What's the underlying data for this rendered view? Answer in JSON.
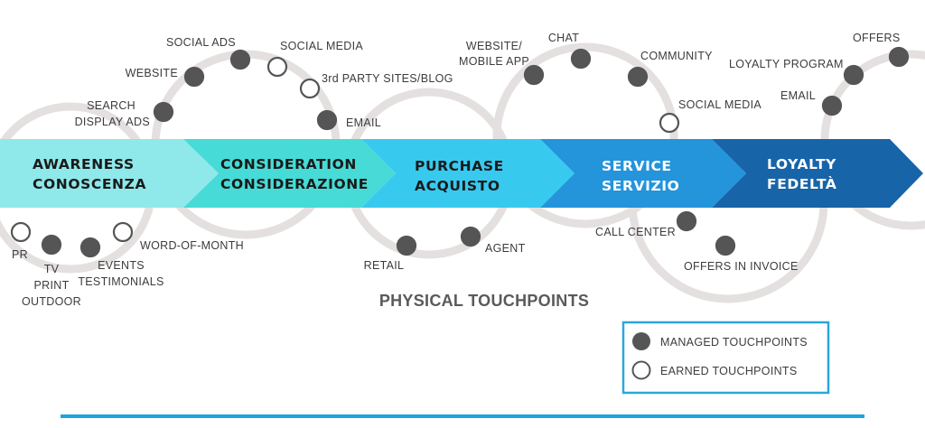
{
  "stages": [
    {
      "line1": "AWARENESS",
      "line2": "CONOSCENZA",
      "color": "#8fe8ea",
      "text_color": "#1a1a1a"
    },
    {
      "line1": "CONSIDERATION",
      "line2": "CONSIDERAZIONE",
      "color": "#46dbd6",
      "text_color": "#1a1a1a"
    },
    {
      "line1": "PURCHASE",
      "line2": "ACQUISTO",
      "color": "#38c9ef",
      "text_color": "#1a1a1a"
    },
    {
      "line1": "SERVICE",
      "line2": "SERVIZIO",
      "color": "#2494db",
      "text_color": "#ffffff"
    },
    {
      "line1": "LOYALTY",
      "line2": "FEDELTÀ",
      "color": "#1864a8",
      "text_color": "#ffffff"
    }
  ],
  "touchpoints": {
    "awareness": [
      "PR",
      "TV",
      "PRINT",
      "OUTDOOR",
      "EVENTS",
      "TESTIMONIALS",
      "WORD-OF-MONTH"
    ],
    "consideration": [
      "SEARCH",
      "DISPLAY ADS",
      "WEBSITE",
      "SOCIAL ADS",
      "SOCIAL MEDIA",
      "3rd PARTY SITES/BLOG",
      "EMAIL"
    ],
    "purchase": [
      "RETAIL",
      "AGENT"
    ],
    "service": [
      "WEBSITE/",
      "MOBILE APP",
      "CHAT",
      "COMMUNITY",
      "SOCIAL MEDIA",
      "CALL CENTER",
      "OFFERS IN INVOICE"
    ],
    "loyalty": [
      "LOYALTY PROGRAM",
      "EMAIL",
      "OFFERS"
    ]
  },
  "physical_label": "PHYSICAL TOUCHPOINTS",
  "legend": {
    "managed": "MANAGED TOUCHPOINTS",
    "earned": "EARNED TOUCHPOINTS",
    "border_color": "#2aa7dd"
  },
  "colors": {
    "loop": "#e4e0e0",
    "managed_dot": "#555555",
    "bottom_rule": "#1ba7db"
  }
}
